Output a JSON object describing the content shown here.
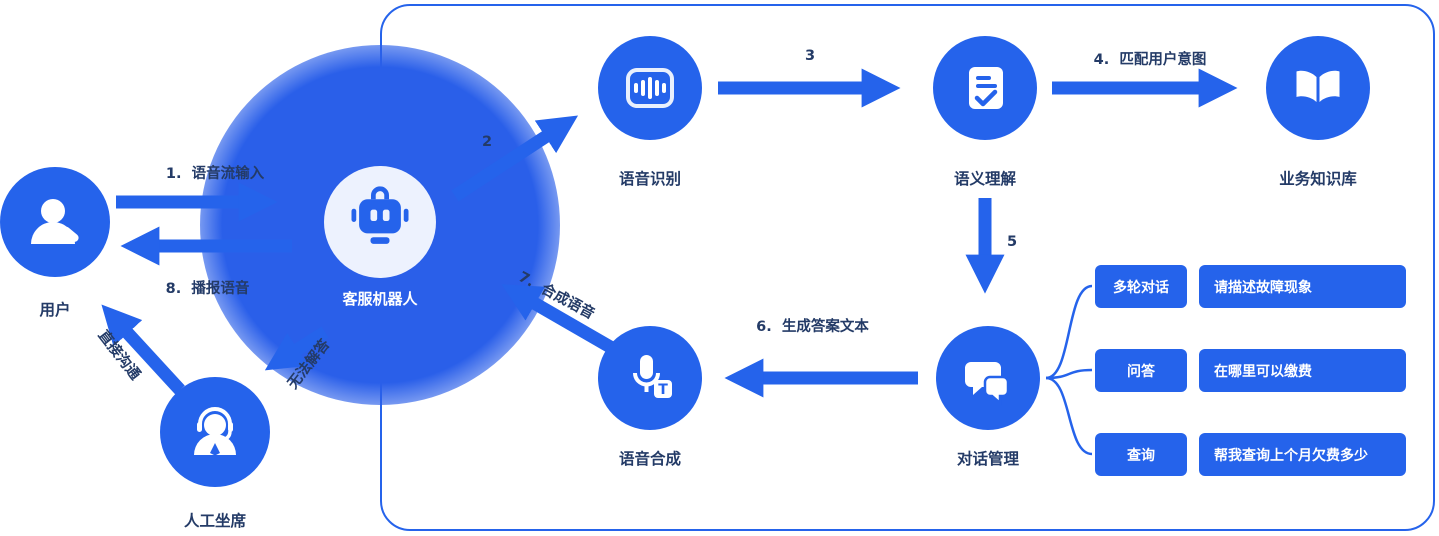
{
  "colors": {
    "primary": "#2563eb",
    "glow": "#2a5fe9",
    "text_dark": "#243b67",
    "node_inner_bg": "#edf2fe"
  },
  "nodes": {
    "user": {
      "label": "用户"
    },
    "agent": {
      "label": "人工坐席"
    },
    "robot": {
      "label": "客服机器人"
    },
    "asr": {
      "label": "语音识别"
    },
    "nlu": {
      "label": "语义理解"
    },
    "kb": {
      "label": "业务知识库"
    },
    "dm": {
      "label": "对话管理"
    },
    "tts": {
      "label": "语音合成"
    }
  },
  "edge_labels": {
    "voice_input": "1.  语音流输入",
    "step2": "2",
    "step3": "3",
    "match_intent": "4.  匹配用户意图",
    "step5": "5",
    "answer_text": "6.  生成答案文本",
    "synth_voice": "7.  合成语音",
    "broadcast": "8.  播报语音",
    "direct_talk": "直接沟通",
    "cannot_answer": "无法解答"
  },
  "dialog_examples": [
    {
      "tag": "多轮对话",
      "text": "请描述故障现象"
    },
    {
      "tag": "问答",
      "text": "在哪里可以缴费"
    },
    {
      "tag": "查询",
      "text": "帮我查询上个月欠费多少"
    }
  ],
  "icons": {
    "user": "user-phone-icon",
    "agent": "agent-headset-icon",
    "robot": "robot-icon",
    "asr": "voiceprint-icon",
    "nlu": "document-check-icon",
    "kb": "open-book-icon",
    "dm": "chat-bubbles-icon",
    "tts": "microphone-text-icon",
    "tts_letter": "T"
  }
}
